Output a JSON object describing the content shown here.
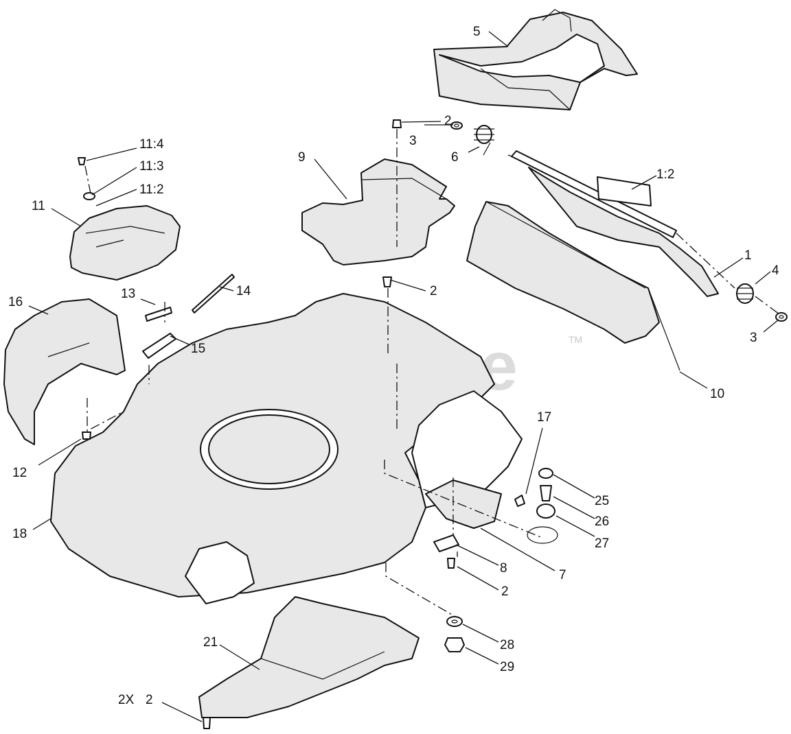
{
  "watermark": {
    "text": "PartsTree",
    "mark": "TM"
  },
  "callouts": [
    {
      "id": "c5",
      "text": "5"
    },
    {
      "id": "c2a",
      "text": "2"
    },
    {
      "id": "c3a",
      "text": "3"
    },
    {
      "id": "c6",
      "text": "6"
    },
    {
      "id": "c1-2",
      "text": "1:2"
    },
    {
      "id": "c9",
      "text": "9"
    },
    {
      "id": "c11-4",
      "text": "11:4"
    },
    {
      "id": "c11-3",
      "text": "11:3"
    },
    {
      "id": "c11-2",
      "text": "11:2"
    },
    {
      "id": "c11",
      "text": "11"
    },
    {
      "id": "c1",
      "text": "1"
    },
    {
      "id": "c4",
      "text": "4"
    },
    {
      "id": "c3b",
      "text": "3"
    },
    {
      "id": "c2b",
      "text": "2"
    },
    {
      "id": "c16",
      "text": "16"
    },
    {
      "id": "c13",
      "text": "13"
    },
    {
      "id": "c14",
      "text": "14"
    },
    {
      "id": "c15",
      "text": "15"
    },
    {
      "id": "c10",
      "text": "10"
    },
    {
      "id": "c17",
      "text": "17"
    },
    {
      "id": "c12",
      "text": "12"
    },
    {
      "id": "c25",
      "text": "25"
    },
    {
      "id": "c26",
      "text": "26"
    },
    {
      "id": "c27",
      "text": "27"
    },
    {
      "id": "c18",
      "text": "18"
    },
    {
      "id": "c8",
      "text": "8"
    },
    {
      "id": "c7",
      "text": "7"
    },
    {
      "id": "c2c",
      "text": "2"
    },
    {
      "id": "c21",
      "text": "21"
    },
    {
      "id": "c28",
      "text": "28"
    },
    {
      "id": "c29",
      "text": "29"
    },
    {
      "id": "c2x",
      "text": "2X"
    },
    {
      "id": "c2d",
      "text": "2"
    }
  ]
}
